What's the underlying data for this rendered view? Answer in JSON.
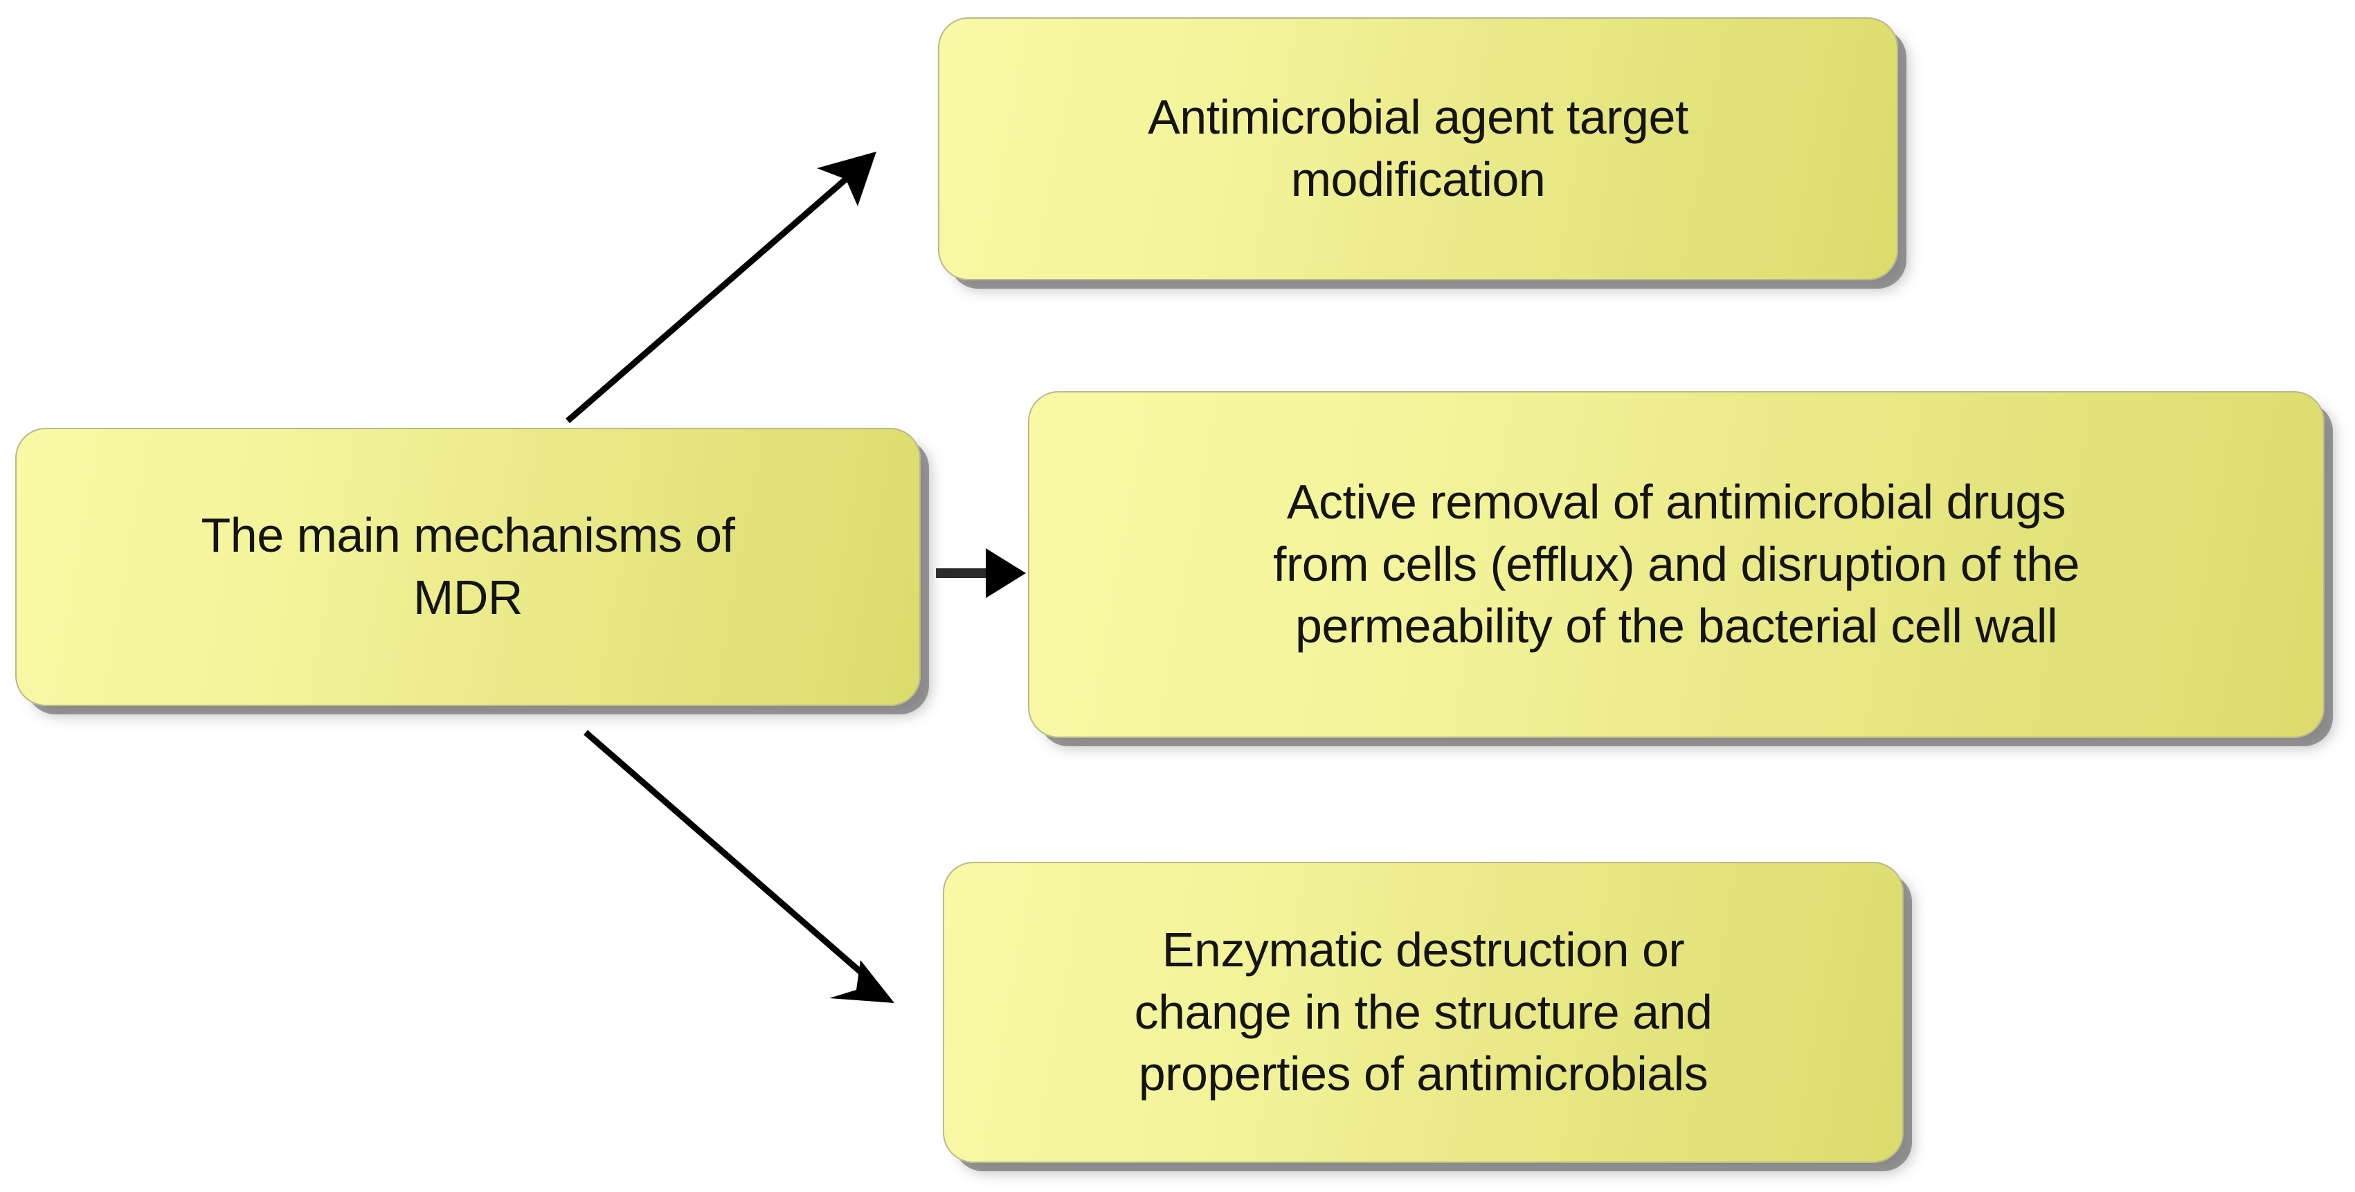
{
  "diagram": {
    "title": "The main mechanisms of MDR",
    "type": "flow-diagram",
    "orientation": "left-to-right",
    "background_color": "#ffffff",
    "node_fill_light": "#f9f9a6",
    "node_fill_dark": "#dcdc6d",
    "node_border_color": "#b9b98c",
    "node_shadow_color": "#787878",
    "text_color": "#141414",
    "connector_color": "#000000"
  },
  "nodes": {
    "root": {
      "id": "root",
      "label": "The main mechanisms of\nMDR"
    },
    "target_modification": {
      "id": "target-modification",
      "label": "Antimicrobial agent target\nmodification"
    },
    "efflux": {
      "id": "efflux",
      "label": "Active removal of antimicrobial drugs\nfrom cells (efflux) and disruption of the\npermeability of the bacterial cell wall"
    },
    "enzymatic": {
      "id": "enzymatic",
      "label": "Enzymatic destruction or\nchange in the structure and\nproperties of antimicrobials"
    }
  },
  "connectors": [
    {
      "id": "root-to-target-modification",
      "from": "root",
      "to": "target-modification",
      "style": "diagonal-up",
      "arrowhead": "end"
    },
    {
      "id": "root-to-efflux",
      "from": "root",
      "to": "efflux",
      "style": "horizontal",
      "arrowhead": "end"
    },
    {
      "id": "root-to-enzymatic",
      "from": "root",
      "to": "enzymatic",
      "style": "diagonal-down",
      "arrowhead": "end"
    }
  ]
}
